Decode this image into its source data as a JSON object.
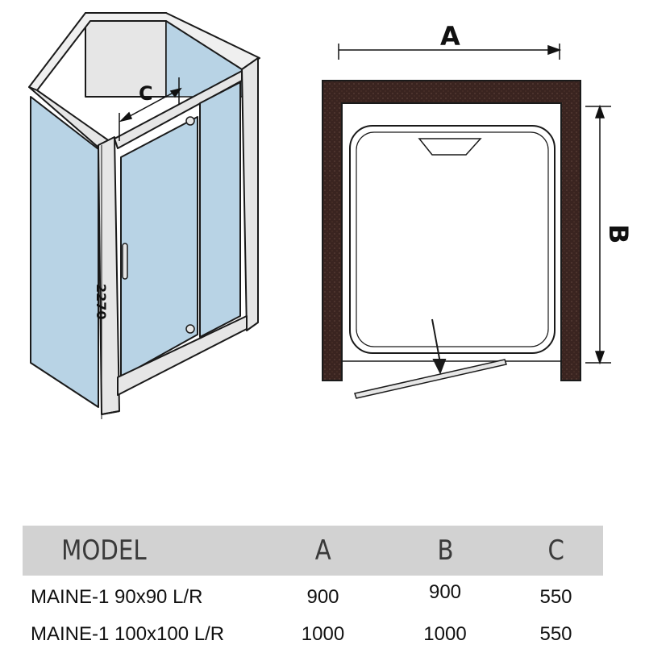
{
  "drawing": {
    "side_view": {
      "width_label": "C",
      "height_label": "2270"
    },
    "plan_view": {
      "width_label": "A",
      "depth_label": "B"
    }
  },
  "spec_table": {
    "headers": [
      "MODEL",
      "A",
      "B",
      "C"
    ],
    "rows": [
      [
        "MAINE-1 90x90 L/R",
        "900",
        "900",
        "550"
      ],
      [
        "MAINE-1 100x100 L/R",
        "1000",
        "1000",
        "550"
      ]
    ]
  },
  "colors": {
    "glass": "#b8d3e5",
    "frame": "#e6e6e6",
    "wall": "#3a2420",
    "header_bg": "#d2d2d2"
  }
}
